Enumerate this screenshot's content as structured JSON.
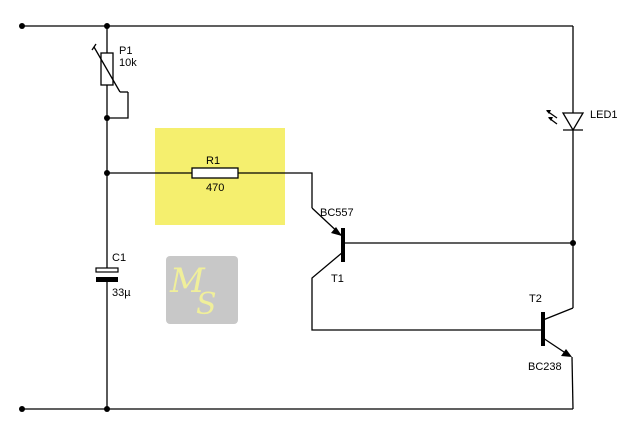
{
  "components": {
    "p1": {
      "ref": "P1",
      "value": "10k"
    },
    "r1": {
      "ref": "R1",
      "value": "470"
    },
    "c1": {
      "ref": "C1",
      "value": "33µ"
    },
    "t1": {
      "ref": "T1",
      "part": "BC557"
    },
    "t2": {
      "ref": "T2",
      "part": "BC238"
    },
    "led1": {
      "ref": "LED1"
    }
  },
  "logo": {
    "text": "MS"
  },
  "colors": {
    "highlight": "#f5ef6e",
    "logo_bg": "#c8c8c8",
    "logo_text": "#f0ef9a",
    "wire": "#000000"
  }
}
